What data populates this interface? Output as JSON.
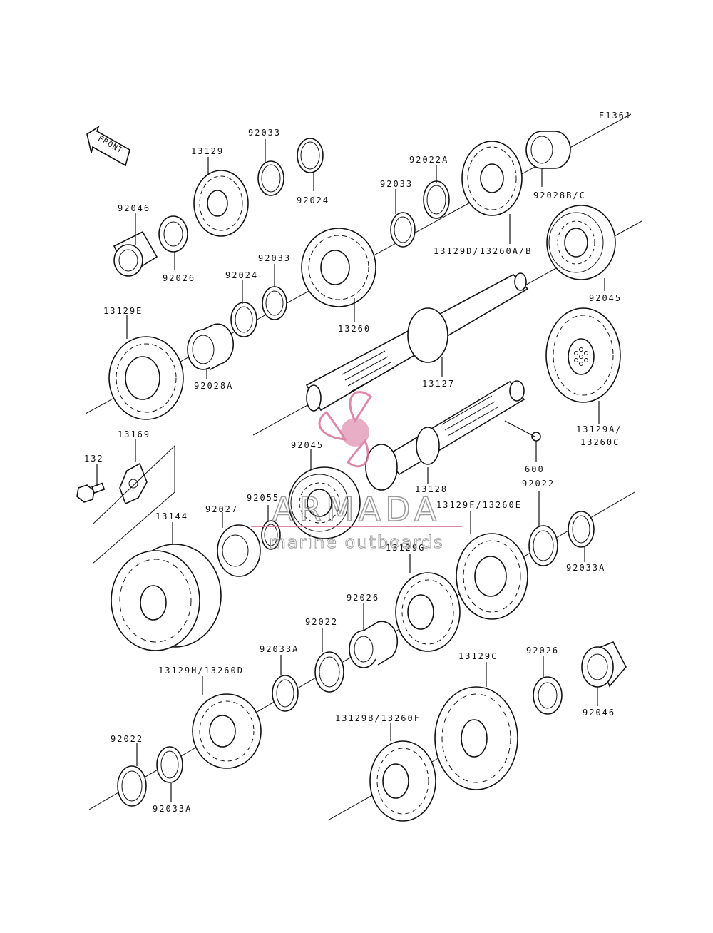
{
  "diagram_code": "E1361",
  "front_label": "FRONT",
  "labels": {
    "p92033_a": "92033",
    "p13129": "13129",
    "p92024_a": "92024",
    "p92022A_a": "92022A",
    "p92033_b": "92033",
    "p92028BC": "92028B/C",
    "p92046_a": "92046",
    "p92026_a": "92026",
    "p13129D": "13129D/13260A/B",
    "p92033_c": "92033",
    "p92024_b": "92024",
    "p13260": "13260",
    "p92045_a": "92045",
    "p13129E": "13129E",
    "p92028A": "92028A",
    "p13127": "13127",
    "p13129A_1": "13129A/",
    "p13129A_2": "13260C",
    "p13169": "13169",
    "p132": "132",
    "p92045_b": "92045",
    "p13128": "13128",
    "p600": "600",
    "p92022_a": "92022",
    "p13144": "13144",
    "p92027": "92027",
    "p92055": "92055",
    "p13129F": "13129F/13260E",
    "p92033A_a": "92033A",
    "p13129G": "13129G",
    "p92026_b": "92026",
    "p92022_b": "92022",
    "p92033A_b": "92033A",
    "p13129H": "13129H/13260D",
    "p13129C": "13129C",
    "p92026_c": "92026",
    "p92046_b": "92046",
    "p92022_c": "92022",
    "p13129B": "13129B/13260F",
    "p92033A_c": "92033A"
  },
  "watermark": {
    "brand": "ARMADA",
    "tagline": "marine outboards",
    "color": "#d9739a"
  }
}
